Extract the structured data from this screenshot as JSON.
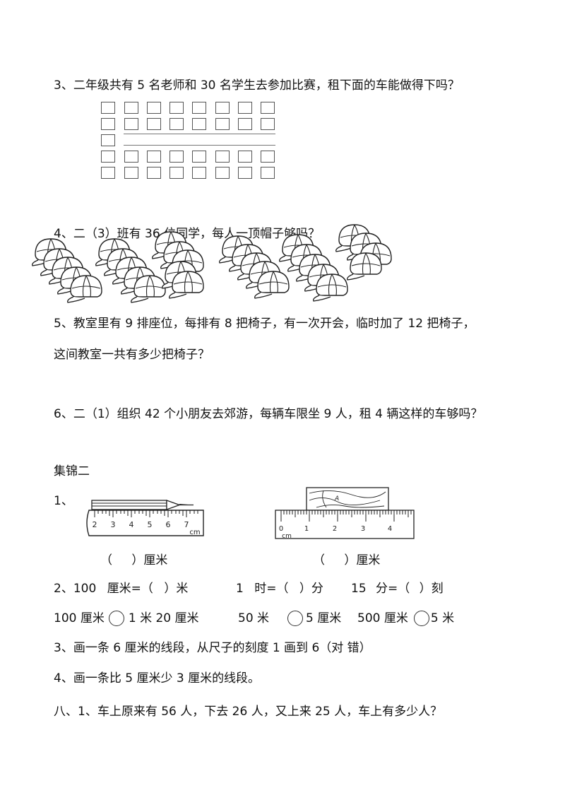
{
  "q3": "3、二年级共有 5 名老师和 30 名学生去参加比赛，租下面的车能做得下吗？",
  "q4": "4、二（3）班有 36 位同学，每人一顶帽子够吗？",
  "q5_line1": "5、教室里有 9 排座位，每排有 8 把椅子，有一次开会，临时加了 12 把椅子，",
  "q5_line2": "这间教室一共有多少把椅子？",
  "q6": "6、二（1）组织 42 个小朋友去郊游，每辆车限坐 9 人，租 4 辆这样的车够吗？",
  "section2_title": "集锦二",
  "s2_q1_num": "1、",
  "ruler1": {
    "ticks": [
      "2",
      "3",
      "4",
      "5",
      "6",
      "7"
    ],
    "unit": "cm",
    "answer": "（ ）厘米"
  },
  "ruler2": {
    "ticks": [
      "0",
      "1",
      "2",
      "3",
      "4"
    ],
    "unit": "cm",
    "block_label": "A",
    "answer": "（ ）厘米"
  },
  "s2_q2": {
    "a": "2、100 厘米=（ ）米",
    "b": "1 时=（ ）分",
    "c": "15 分=（ ）刻"
  },
  "compare": {
    "a_left": "100 厘米",
    "a_right": "1 米 20 厘米",
    "b_left": "50 米",
    "b_right": "5 厘米",
    "c_left": "500 厘米",
    "c_right": "5 米"
  },
  "s2_q3": "3、画一条 6 厘米的线段，从尺子的刻度 1 画到 6（对 错）",
  "s2_q4": "4、画一条比 5 厘米少 3 厘米的线段。",
  "s8_q1": "八、1、车上原来有 56 人，下去 26 人，又上来 25 人，车上有多少人？"
}
